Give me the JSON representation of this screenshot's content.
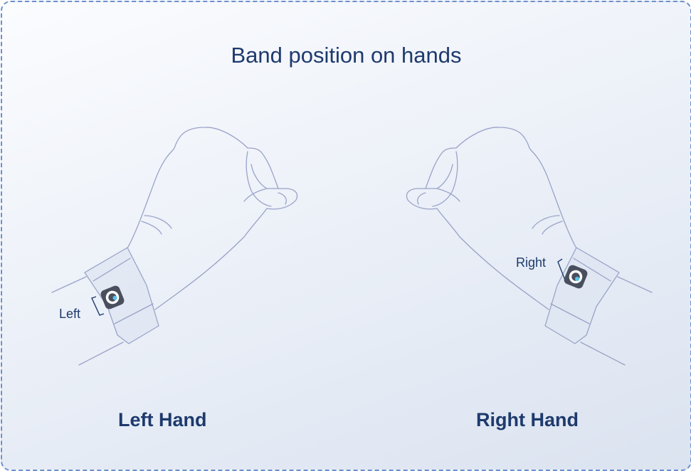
{
  "title": "Band position on hands",
  "left": {
    "caption": "Left Hand",
    "band_label": "Left"
  },
  "right": {
    "caption": "Right Hand",
    "band_label": "Right"
  },
  "colors": {
    "text": "#1e3a6d",
    "outline": "#9aa3c8",
    "band_fill": "#dde6f2",
    "device": "#4a4f5e",
    "logo_accent": "#58c4e8",
    "border": "#6d8fcc"
  }
}
